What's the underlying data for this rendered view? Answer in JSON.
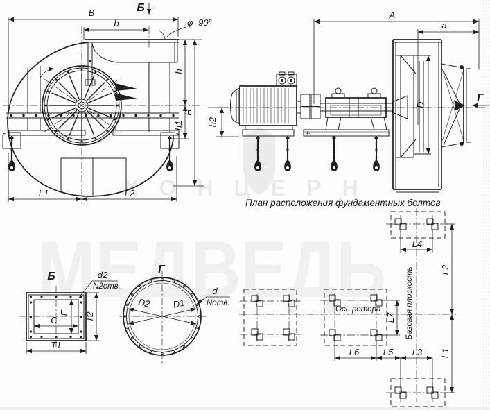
{
  "watermark": {
    "line1": "КОНЦЕРН",
    "line2": "МЕДВЕДЬ"
  },
  "front": {
    "section": "Б",
    "B": "B",
    "b": "b",
    "phi": "φ=90°",
    "h": "h",
    "H": "H",
    "h1": "h1",
    "L1": "L1",
    "L2": "L2"
  },
  "side": {
    "A": "A",
    "a": "a",
    "h2": "h2",
    "D": "D",
    "section": "Г"
  },
  "flangeB": {
    "title": "Б",
    "d": "d2",
    "n": "N2отв.",
    "C": "C",
    "E": "E",
    "T1": "T1",
    "T2": "T2"
  },
  "flangeG": {
    "title": "Г",
    "d": "d",
    "n": "Nотв.",
    "D1": "D1",
    "D2": "D2"
  },
  "plan": {
    "title": "План расположения фундаментных болтов",
    "axis": "Ось ротора",
    "base": "Базовая плоскость",
    "L1": "L1",
    "L2": "L2",
    "L3": "L3",
    "L4": "L4",
    "L5": "L5",
    "L6": "L6",
    "L7": "L7"
  }
}
